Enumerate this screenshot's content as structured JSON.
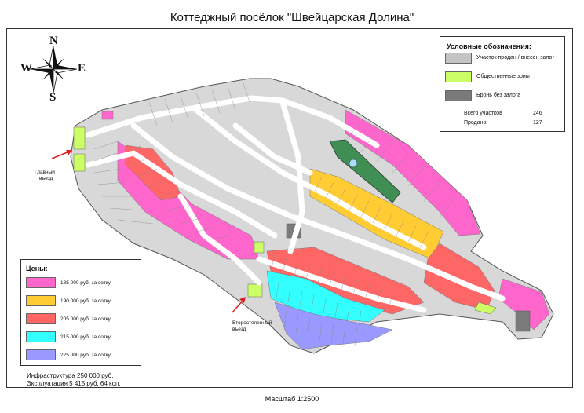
{
  "title": "Коттеджный посёлок \"Швейцарская Долина\"",
  "compass": {
    "n": "N",
    "s": "S",
    "w": "W",
    "e": "E"
  },
  "legend": {
    "heading": "Условные обозначения:",
    "items": [
      {
        "label": "Участок продан / внесен залог",
        "color": "#c4c4c4"
      },
      {
        "label": "Общественные зоны",
        "color": "#ccff66"
      },
      {
        "label": "Бронь без залога",
        "color": "#7a7a7a"
      }
    ],
    "total_label": "Всего участков",
    "total_value": "246",
    "sold_label": "Продано",
    "sold_value": "127"
  },
  "prices": {
    "heading": "Цены:",
    "items": [
      {
        "label": "185 000 руб. за сотку",
        "color": "#ff66cc"
      },
      {
        "label": "190 000 руб. за сотку",
        "color": "#ffcc33"
      },
      {
        "label": "205 000 руб. за сотку",
        "color": "#ff6666"
      },
      {
        "label": "215 000 руб. за сотку",
        "color": "#33ffff"
      },
      {
        "label": "225 000 руб. за сотку",
        "color": "#9999ff"
      }
    ]
  },
  "infrastructure": "Инфраструктура 250 000 руб.",
  "maintenance": "Эксплуатация 5 415 руб. 64 коп.",
  "scale": "Масштаб 1:2500",
  "main_entry": [
    "Главный",
    "въезд"
  ],
  "secondary_entry": [
    "Второстепенный",
    "въезд"
  ]
}
